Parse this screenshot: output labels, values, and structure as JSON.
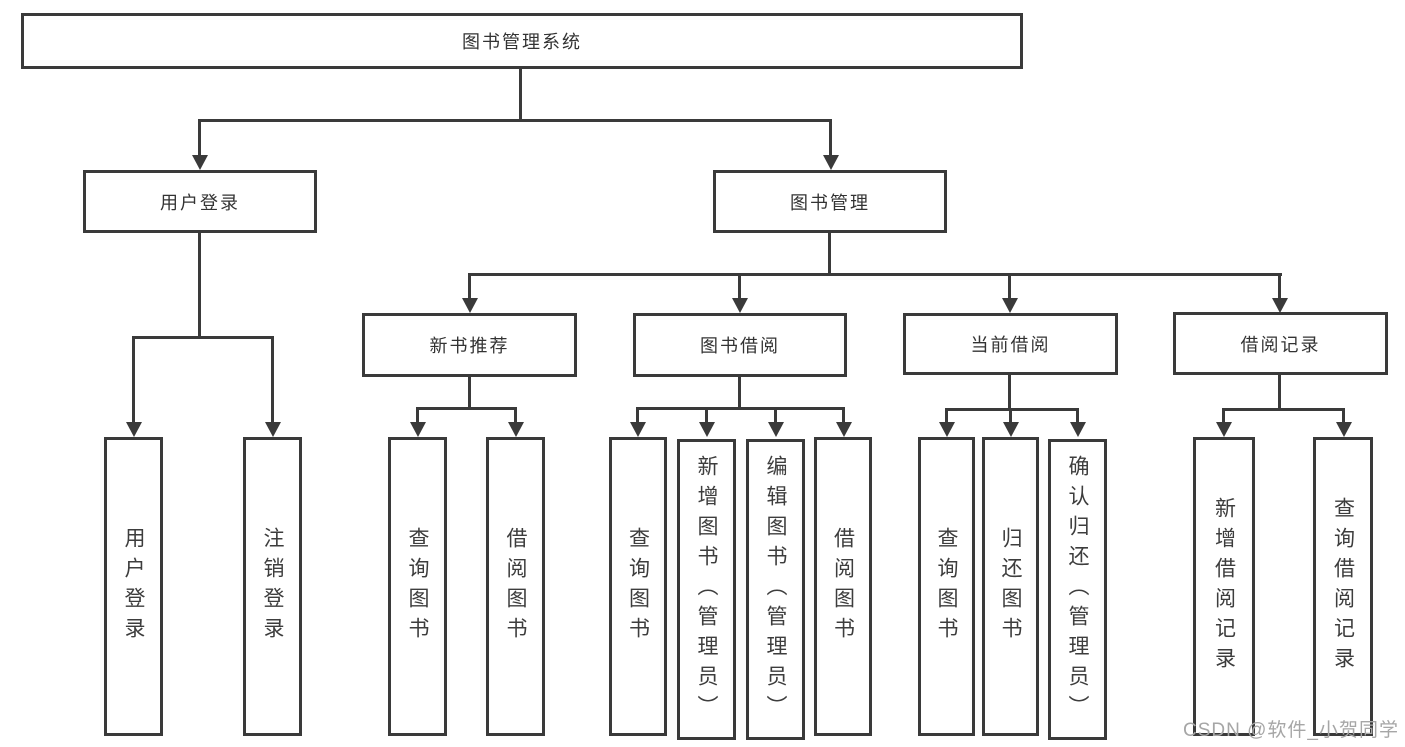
{
  "colors": {
    "background": "#ffffff",
    "line": "#3a3a3a",
    "node_fill": "#ffffff",
    "node_text": "#3d3d3d",
    "watermark_text": "#a6a6a6"
  },
  "watermark": "CSDN @软件_小贺同学",
  "tree": {
    "root": "图书管理系统",
    "branches": [
      {
        "label": "用户登录",
        "children": [
          "用户登录",
          "注销登录"
        ]
      },
      {
        "label": "图书管理",
        "sections": [
          {
            "label": "新书推荐",
            "children": [
              "查询图书",
              "借阅图书"
            ]
          },
          {
            "label": "图书借阅",
            "children": [
              "查询图书",
              "新增图书（管理员）",
              "编辑图书（管理员）",
              "借阅图书"
            ]
          },
          {
            "label": "当前借阅",
            "children": [
              "查询图书",
              "归还图书",
              "确认归还（管理员）"
            ]
          },
          {
            "label": "借阅记录",
            "children": [
              "新增借阅记录",
              "查询借阅记录"
            ]
          }
        ]
      }
    ]
  }
}
